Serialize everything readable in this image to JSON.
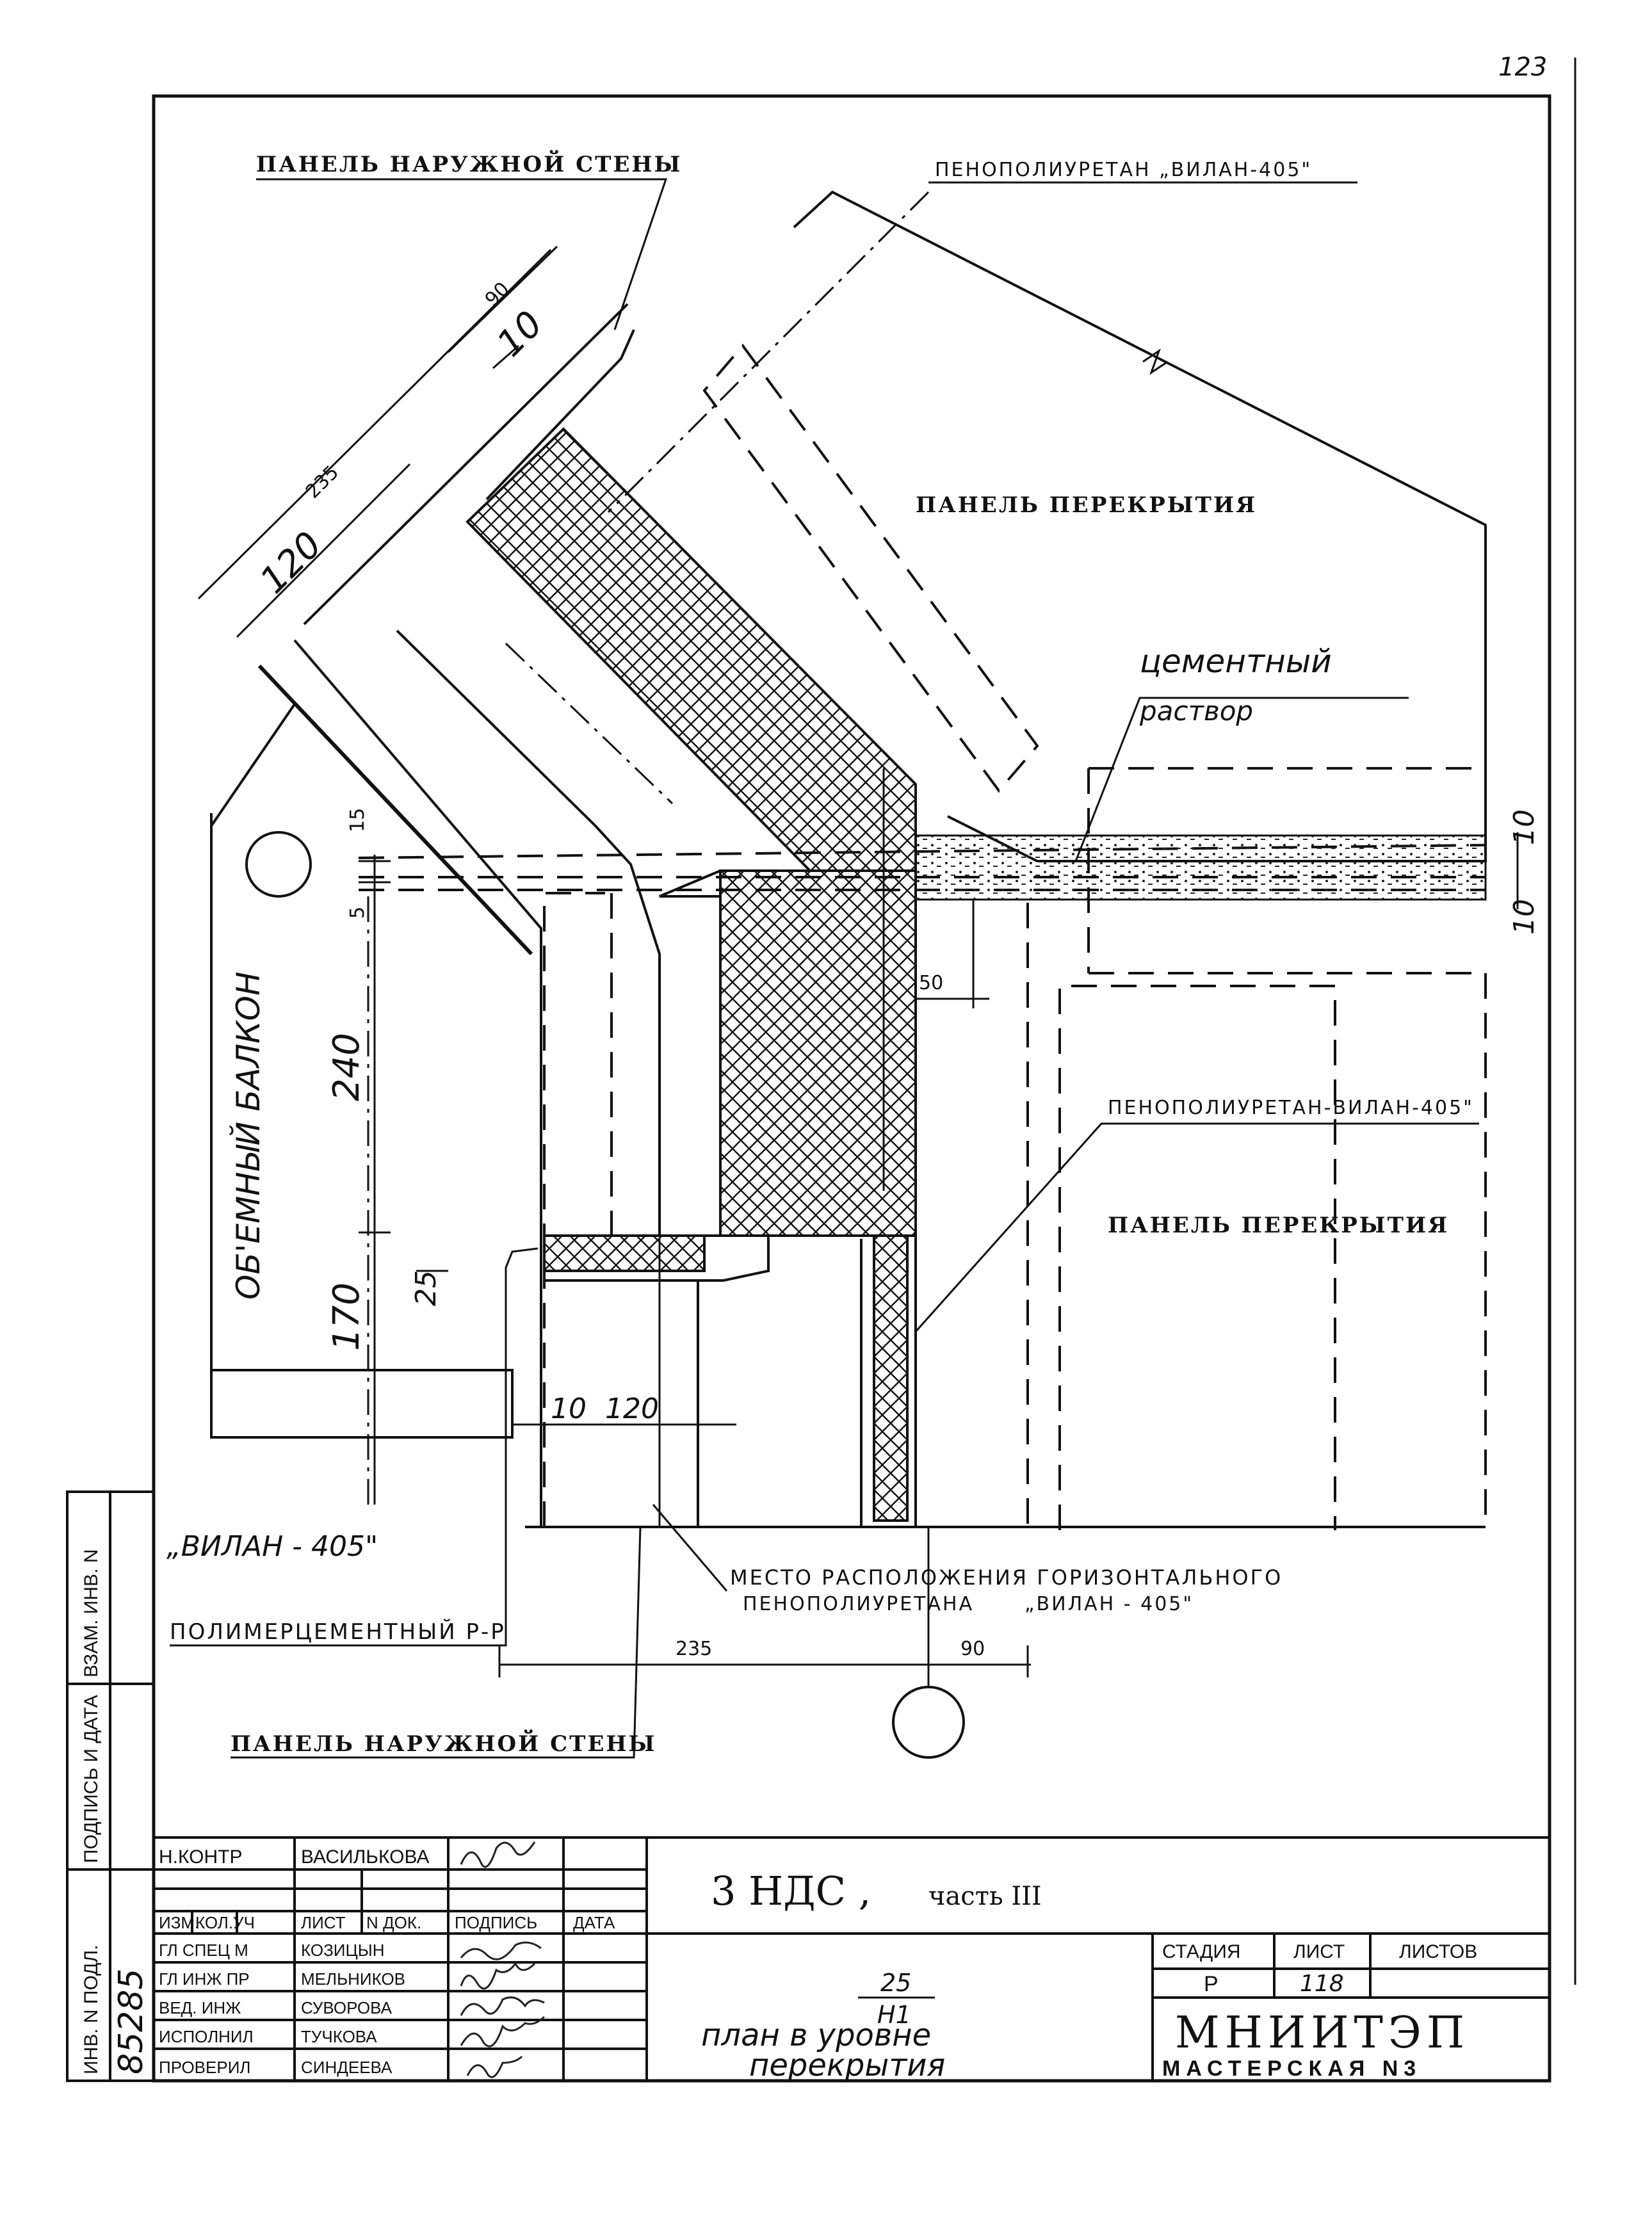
{
  "page": {
    "number": "123"
  },
  "labels": {
    "outer_wall_top": "ПАНЕЛЬ НАРУЖНОЙ СТЕНЫ",
    "foam_top": "ПЕНОПОЛИУРЕТАН „ВИЛАН-405\"",
    "floor_panel_top": "ПАНЕЛЬ ПЕРЕКРЫТИЯ",
    "cement_mortar_line1": "цементный",
    "cement_mortar_line2": "раствор",
    "foam_mid": "ПЕНОПОЛИУРЕТАН-ВИЛАН-405\"",
    "floor_panel_mid": "ПАНЕЛЬ ПЕРЕКРЫТИЯ",
    "balcony": "ОБ'ЕМНЫЙ БАЛКОН",
    "vilan": "„ВИЛАН - 405\"",
    "polymer": "ПОЛИМЕРЦЕМЕНТНЫЙ Р-Р",
    "location_line1": "МЕСТО РАСПОЛОЖЕНИЯ ГОРИЗОНТАЛЬНОГО",
    "location_line2a": "ПЕНОПОЛИУРЕТАНА",
    "location_line2b": "„ВИЛАН - 405\"",
    "outer_wall_bottom": "ПАНЕЛЬ НАРУЖНОЙ СТЕНЫ"
  },
  "dimensions": {
    "d235_top": "235",
    "d90_top": "90",
    "d10_top": "10",
    "d120_top": "120",
    "d15": "15",
    "d5": "5",
    "d240": "240",
    "d170": "170",
    "d25": "25",
    "d10_mid": "10",
    "d120_mid": "120",
    "d50": "50",
    "d10_right_a": "10",
    "d10_right_b": "10",
    "d235_bottom": "235",
    "d90_bottom": "90"
  },
  "side_stamp": {
    "inv_podl": "ИНВ. N ПОДЛ.",
    "podpis_data": "ПОДПИСЬ И ДАТА",
    "vzam_inv": "ВЗАМ. ИНВ. N",
    "inv_number": "85285"
  },
  "title_block": {
    "project": "3 НДС ,",
    "part": "часть III",
    "drawing_num_top": "25",
    "drawing_num_bottom": "Н1",
    "drawing_title_1": "план в уровне",
    "drawing_title_2": "перекрытия",
    "stage_h": "СТАДИЯ",
    "sheet_h": "ЛИСТ",
    "sheets_h": "ЛИСТОВ",
    "stage": "Р",
    "sheet": "118",
    "sheets": "",
    "org": "МНИИТЭП",
    "workshop": "МАСТЕРСКАЯ N3",
    "headers": [
      "ИЗМ.",
      "КОЛ.УЧ",
      "ЛИСТ",
      "N ДОК.",
      "ПОДПИСЬ",
      "ДАТА"
    ],
    "norm_control": {
      "role": "Н.КОНТР",
      "name": "ВАСИЛЬКОВА"
    },
    "signers": [
      {
        "role": "ГЛ СПЕЦ М",
        "name": "КОЗИЦЫН"
      },
      {
        "role": "ГЛ ИНЖ ПР",
        "name": "МЕЛЬНИКОВ"
      },
      {
        "role": "ВЕД. ИНЖ",
        "name": "СУВОРОВА"
      },
      {
        "role": "ИСПОЛНИЛ",
        "name": "ТУЧКОВА"
      },
      {
        "role": "ПРОВЕРИЛ",
        "name": "СИНДЕЕВА"
      }
    ]
  }
}
